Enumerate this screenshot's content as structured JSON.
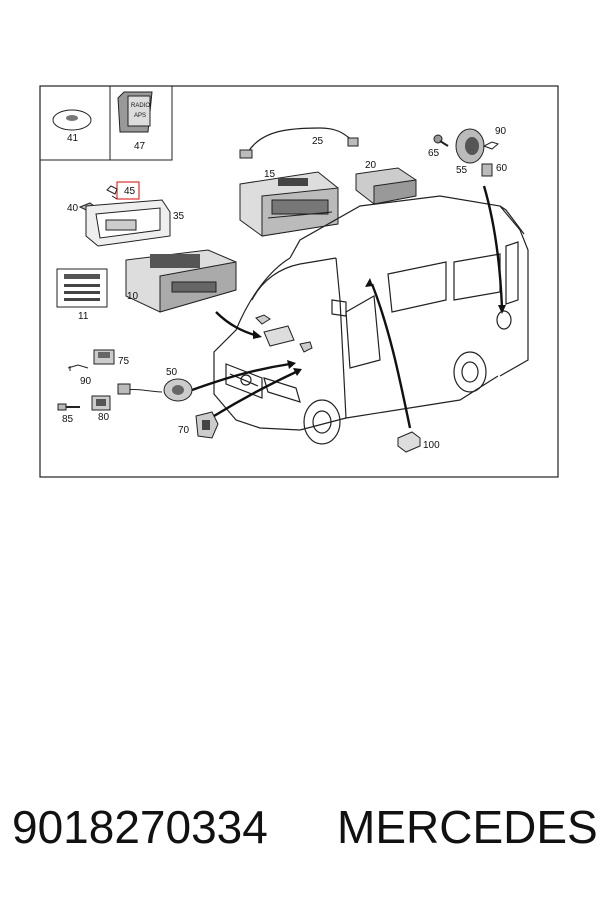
{
  "callouts": {
    "c41": "41",
    "c47": "47",
    "c45": "45",
    "c40": "40",
    "c35": "35",
    "c25": "25",
    "c15": "15",
    "c20": "20",
    "c65": "65",
    "c55": "55",
    "c90a": "90",
    "c60": "60",
    "c10": "10",
    "c11": "11",
    "c75": "75",
    "c90b": "90",
    "c85": "85",
    "c80": "80",
    "c50": "50",
    "c70": "70",
    "c100": "100"
  },
  "card_text": {
    "line1": "RADIO",
    "line2": "APS"
  },
  "highlight_color": "#e03030",
  "footer": {
    "part_number": "9018270334",
    "brand": "MERCEDES"
  }
}
